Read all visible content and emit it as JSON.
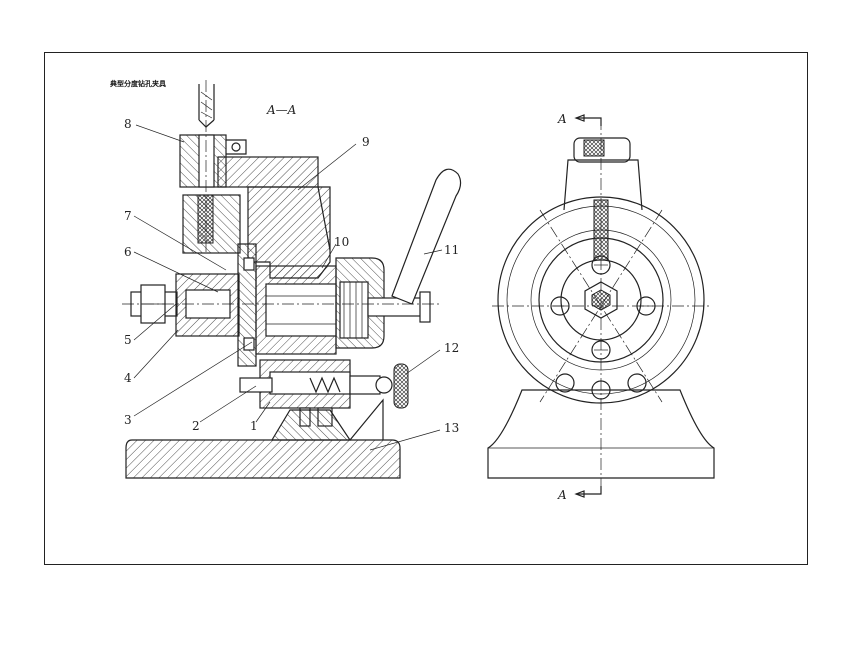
{
  "caption": "典型分度钻孔夹具",
  "section_label": "A—A",
  "section_marker": "A",
  "part_numbers": [
    "1",
    "2",
    "3",
    "4",
    "5",
    "6",
    "7",
    "8",
    "9",
    "10",
    "11",
    "12",
    "13"
  ],
  "colors": {
    "line": "#222222",
    "background": "#ffffff"
  }
}
